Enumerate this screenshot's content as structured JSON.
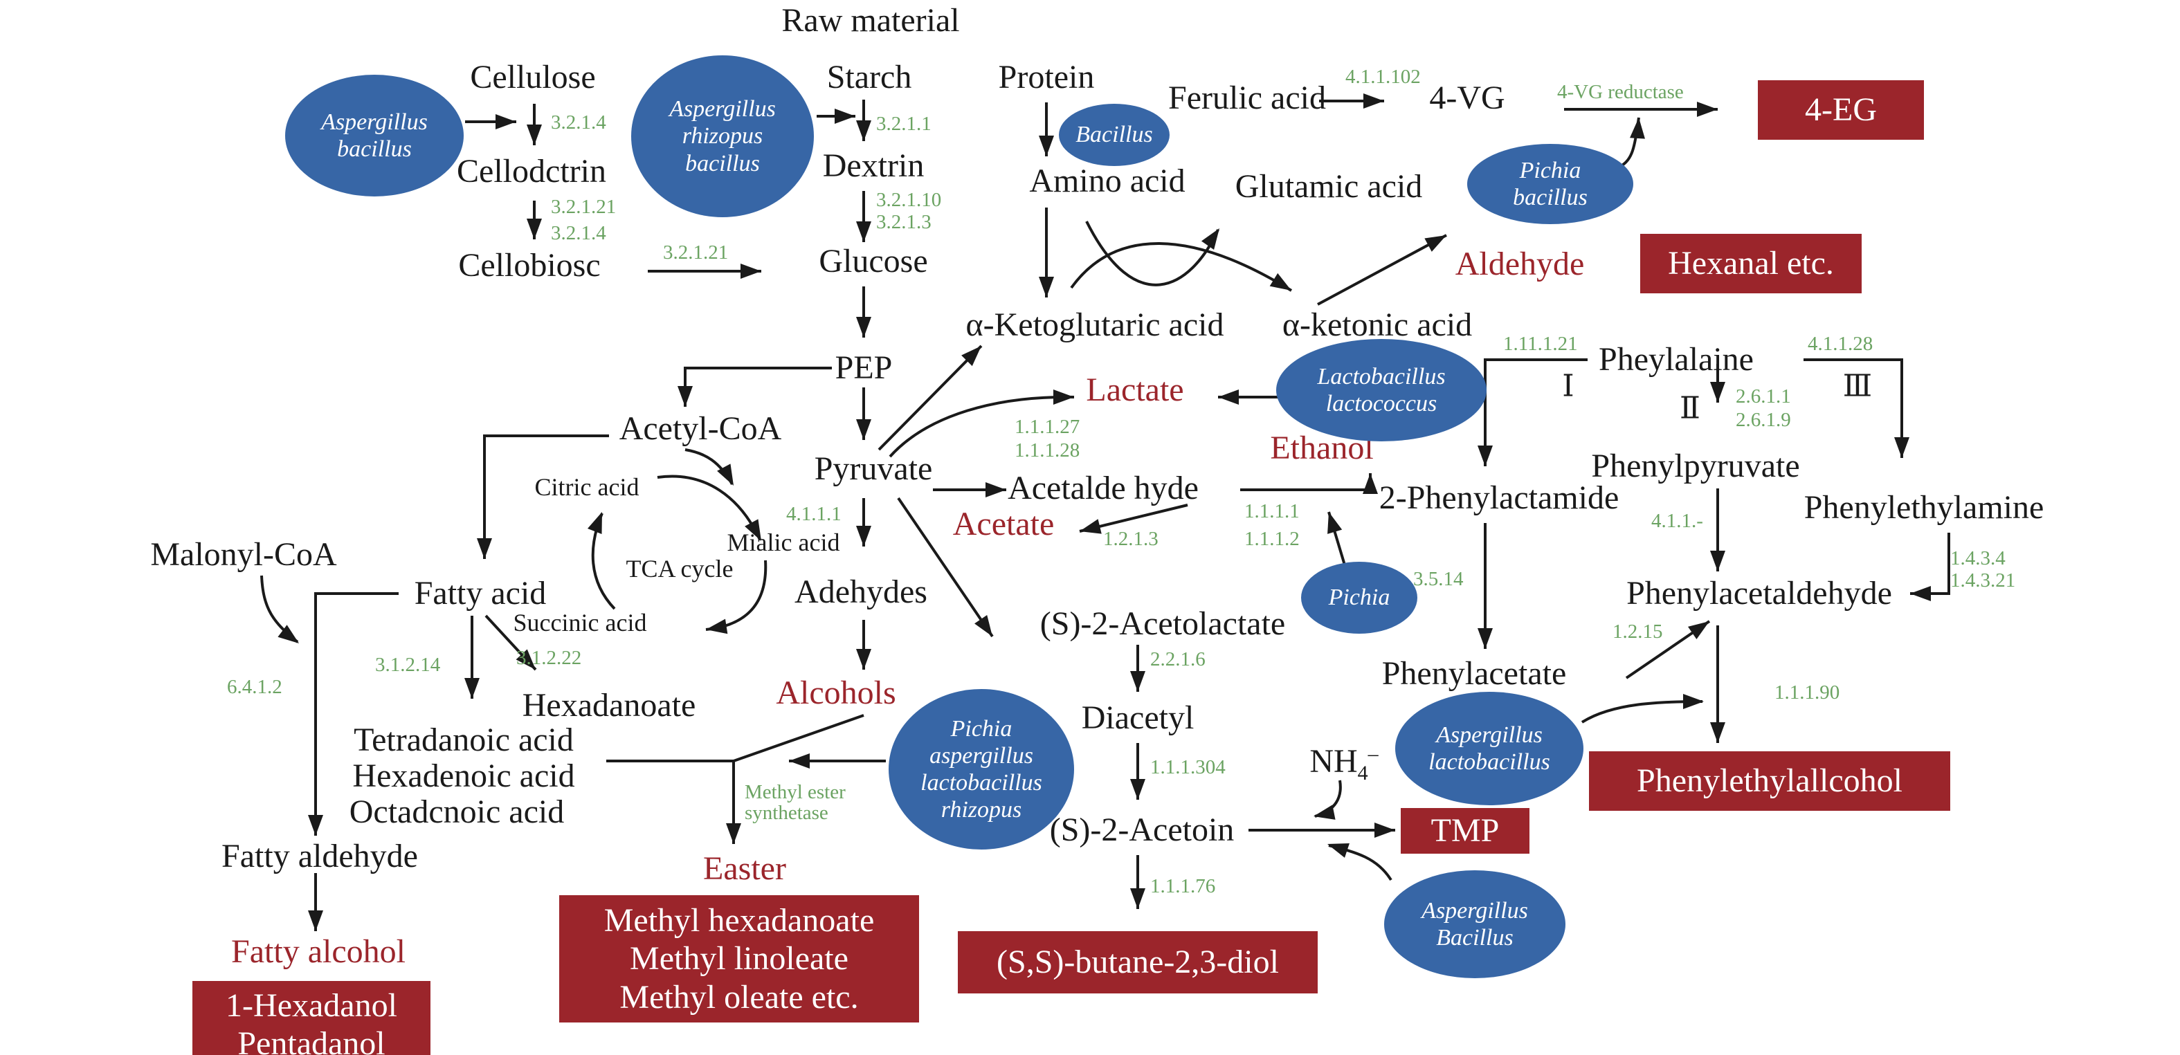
{
  "title": "Raw material",
  "compounds": {
    "cellulose": "Cellulose",
    "cellodextrin": "Cellodctrin",
    "cellobiose": "Cellobiosc",
    "starch": "Starch",
    "dextrin": "Dextrin",
    "glucose": "Glucose",
    "protein": "Protein",
    "amino_acid": "Amino acid",
    "ferulic_acid": "Ferulic acid",
    "vg4": "4-VG",
    "glutamic_acid": "Glutamic acid",
    "a_ketoglutaric": "α-Ketoglutaric acid",
    "a_ketonic": "α-ketonic acid",
    "pep": "PEP",
    "acetyl_coa": "Acetyl-CoA",
    "pyruvate": "Pyruvate",
    "acetaldehyde": "Acetalde hyde",
    "citric_acid": "Citric acid",
    "mialic_acid": "Mialic acid",
    "tca_cycle": "TCA cycle",
    "succinic_acid": "Succinic acid",
    "malonyl_coa": "Malonyl-CoA",
    "fatty_acid": "Fatty acid",
    "hexadanoate": "Hexadanoate",
    "tetradanoic": "Tetradanoic acid",
    "hexadenoic": "Hexadenoic acid",
    "octadcnoic": "Octadcnoic acid",
    "fatty_aldehyde": "Fatty aldehyde",
    "adehydes": "Adehydes",
    "acetolactate": "(S)-2-Acetolactate",
    "diacetyl": "Diacetyl",
    "acetoin": "(S)-2-Acetoin",
    "nh4": "NH",
    "nh4_sub": "4",
    "nh4_sup": "–",
    "pheylalaine": "Pheylalaine",
    "phenylpyruvate": "Phenylpyruvate",
    "phenylactamide": "2-Phenylactamide",
    "phenylethylamine": "Phenylethylamine",
    "phenylacetaldehyde": "Phenylacetaldehyde",
    "phenylacetate": "Phenylacetate"
  },
  "red_labels": {
    "lactate": "Lactate",
    "ethanol": "Ethanol",
    "acetate": "Acetate",
    "aldehyde": "Aldehyde",
    "alcohols": "Alcohols",
    "easter": "Easter",
    "fatty_alcohol": "Fatty alcohol"
  },
  "pathway_numerals": [
    "Ⅰ",
    "Ⅱ",
    "Ⅲ"
  ],
  "enzymes": {
    "e3214a": "3.2.1.4",
    "e32121a": "3.2.1.21",
    "e3214b": "3.2.1.4",
    "e32121b": "3.2.1.21",
    "e3211": "3.2.1.1",
    "e32110": "3.2.1.10",
    "e3213": "3.2.1.3",
    "e411102": "4.1.1.102",
    "vg_reductase": "4-VG reductase",
    "e11127": "1.1.1.27",
    "e11128": "1.1.1.28",
    "e4111": "4.1.1.1",
    "e1213": "1.2.1.3",
    "e1111": "1.1.1.1",
    "e1112": "1.1.1.2",
    "e111121": "1.11.1.21",
    "e41128": "4.1.1.28",
    "e2611": "2.6.1.1",
    "e2619": "2.6.1.9",
    "e411dash": "4.1.1.-",
    "e1434": "1.4.3.4",
    "e14321": "1.4.3.21",
    "e3514": "3.5.14",
    "e1215": "1.2.15",
    "e11190": "1.1.1.90",
    "e2216": "2.2.1.6",
    "e111304": "1.1.1.304",
    "e11176": "1.1.1.76",
    "e31214": "3.1.2.14",
    "e31222": "3.1.2.22",
    "e6412": "6.4.1.2",
    "methyl_ester_1": "Methyl ester",
    "methyl_ester_2": "synthetase"
  },
  "organisms": {
    "asp_bac": [
      "Aspergillus",
      "bacillus"
    ],
    "asp_rhi_bac": [
      "Aspergillus",
      "rhizopus",
      "bacillus"
    ],
    "bacillus": [
      "Bacillus"
    ],
    "pichia_bacillus": [
      "Pichia",
      "bacillus"
    ],
    "lacto_lacto": [
      "Lactobacillus",
      "lactococcus"
    ],
    "pichia": [
      "Pichia"
    ],
    "pichia_multi": [
      "Pichia",
      "aspergillus",
      "lactobacillus",
      "rhizopus"
    ],
    "asp_lacto": [
      "Aspergillus",
      "lactobacillus"
    ],
    "asp_bac2": [
      "Aspergillus",
      "Bacillus"
    ]
  },
  "products": {
    "eg4": [
      "4-EG"
    ],
    "hexanal": [
      "Hexanal etc."
    ],
    "phenylethylalcohol": [
      "Phenylethylallcohol"
    ],
    "tmp": [
      "TMP"
    ],
    "butanediol": [
      "(S,S)-butane-2,3-diol"
    ],
    "methyl_esters": [
      "Methyl hexadanoate",
      "Methyl linoleate",
      "Methyl oleate etc."
    ],
    "fatty_alcohols": [
      "1-Hexadanol",
      "Pentadanol"
    ]
  },
  "colors": {
    "organism_fill": "#3766a6",
    "product_fill": "#9b252b",
    "enzyme_text": "#6ba362",
    "highlight_text": "#9b252b"
  }
}
